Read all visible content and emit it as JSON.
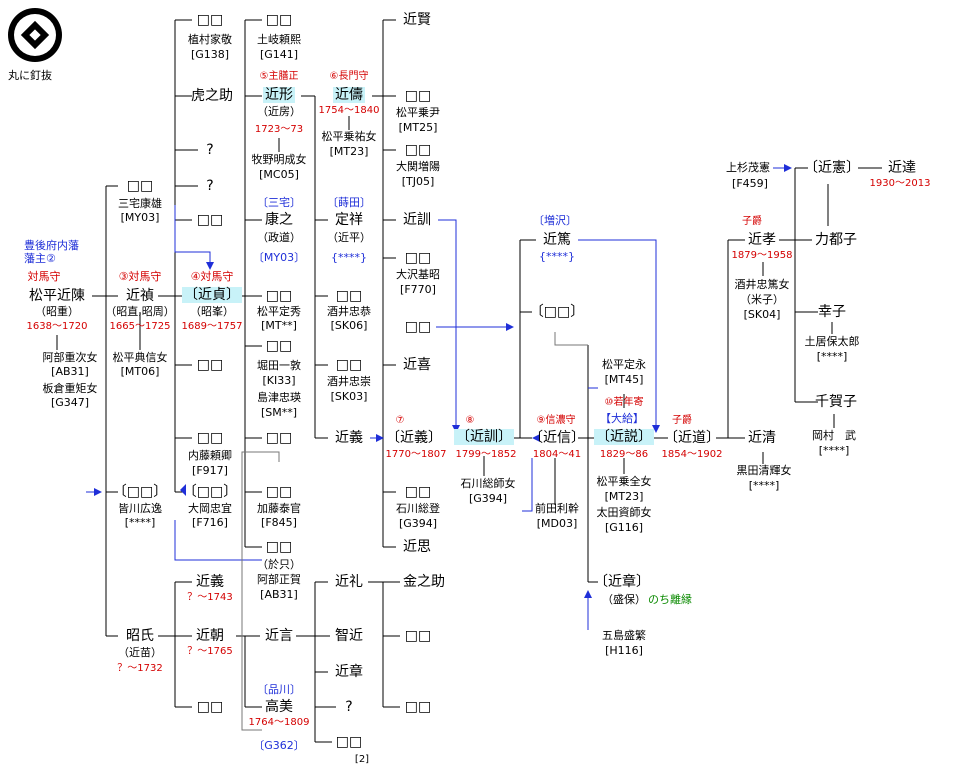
{
  "crest": {
    "icon": "maru-ni-kuginuki-crest-icon",
    "label": "丸に釘抜"
  },
  "domain_note": {
    "line1": "豊後府内藩",
    "line2": "藩主②"
  },
  "nodes": {
    "n_ueki": {
      "name": "□□",
      "sub": [
        "植村家敬",
        "[G138]"
      ]
    },
    "n_toki": {
      "name": "□□",
      "sub": [
        "土岐頼熙",
        "[G141]"
      ]
    },
    "n_chikakata": {
      "name": "近賢"
    },
    "n_toranosuke": {
      "name": "虎之助"
    },
    "n_chikanari": {
      "name": "近形",
      "title": "⑤主膳正",
      "alias": "（近房）",
      "years": "1723〜73",
      "spouse": [
        "牧野明成女",
        "[MC05]"
      ]
    },
    "n_chikayoshi6": {
      "name": "近儔",
      "title": "⑥長門守",
      "years": "1754〜1840",
      "spouse": [
        "松平乗祐女",
        "[MT23]"
      ]
    },
    "n_matsudaira_joi": {
      "name": "□□",
      "sub": [
        "松平乗尹",
        "[MT25]"
      ]
    },
    "n_q1": {
      "name": "?"
    },
    "n_q2": {
      "name": "?"
    },
    "n_ozeki": {
      "name": "□□",
      "sub": [
        "大関増陽",
        "[TJ05]"
      ]
    },
    "n_box_my03": {
      "name": "□□",
      "sub": [
        "三宅康雄",
        "[MY03]"
      ]
    },
    "n_box_mid1": {
      "name": "□□"
    },
    "n_yasuyuki": {
      "name": "康之",
      "tag": "〔三宅〕",
      "alias": "（政道）",
      "ref": "〔MY03〕"
    },
    "n_sadayoshi": {
      "name": "定祥",
      "tag": "〔蒔田〕",
      "alias": "（近平）",
      "ref": "{****}"
    },
    "n_chikanori": {
      "name": "近訓"
    },
    "n_osawa": {
      "name": "□□",
      "sub": [
        "大沢基昭",
        "[F770]"
      ]
    },
    "n_chikatsura": {
      "name": "松平近陳",
      "title": "対馬守",
      "alias": "（昭重）",
      "years": "1638〜1720",
      "spouse": [
        "阿部重次女",
        "[AB31]",
        "板倉重矩女",
        "[G347]"
      ]
    },
    "n_chikanao": {
      "name": "近禎",
      "title": "③対馬守",
      "alias": "（昭直,昭周）",
      "years": "1665〜1725",
      "spouse": [
        "松平典信女",
        "[MT06]"
      ]
    },
    "n_chikasada": {
      "name": "〔近貞〕",
      "title": "④対馬守",
      "alias": "（昭峯）",
      "years": "1689〜1757"
    },
    "n_box_mt": {
      "name": "□□",
      "sub": [
        "松平定秀",
        "[MT**]"
      ]
    },
    "n_box_sk06": {
      "name": "□□",
      "sub": [
        "酒井忠恭",
        "[SK06]"
      ]
    },
    "n_box_mid2": {
      "name": "□□"
    },
    "n_box_mid3": {
      "name": "□□"
    },
    "n_box_ki33": {
      "name": "□□",
      "sub": [
        "堀田一敦",
        "[KI33]",
        "島津忠瑛",
        "[SM**]"
      ]
    },
    "n_box_sk03": {
      "name": "□□",
      "sub": [
        "酒井忠崇",
        "[SK03]"
      ]
    },
    "n_chikayoshi_k": {
      "name": "近喜"
    },
    "n_box_f917": {
      "name": "□□",
      "sub": [
        "内藤頼卿",
        "[F917]"
      ]
    },
    "n_box_mid4": {
      "name": "□□"
    },
    "n_chikayoshi": {
      "name": "近義"
    },
    "n_chikayoshi7": {
      "name": "〔近義〕",
      "title": "⑦",
      "years": "1770〜1807"
    },
    "n_chikanori8": {
      "name": "〔近訓〕",
      "title": "⑧",
      "years": "1799〜1852",
      "spouse": [
        "石川総師女",
        "[G394]"
      ]
    },
    "n_chikanobu9": {
      "name": "〔近信〕",
      "title": "⑨信濃守",
      "years": "1804〜41",
      "spouse": [
        "前田利幹",
        "[MD03]"
      ]
    },
    "n_chikatoki": {
      "name": "〔近説〕",
      "title": "⑩若年寄",
      "tag": "【大給】",
      "years": "1829〜86",
      "spouse": [
        "松平乗全女",
        "[MT23]",
        "太田資師女",
        "[G116]"
      ]
    },
    "n_chikamichi": {
      "name": "〔近道〕",
      "title": "子爵",
      "years": "1854〜1902"
    },
    "n_chikakiyo": {
      "name": "近清",
      "spouse": [
        "黒田清輝女",
        "[****]"
      ]
    },
    "n_box_minagawa": {
      "name": "〔□□〕",
      "sub": [
        "皆川広逸",
        "[****]"
      ]
    },
    "n_box_f716": {
      "name": "〔□□〕",
      "sub": [
        "大岡忠宜",
        "[F716]"
      ]
    },
    "n_box_f845": {
      "name": "□□",
      "sub": [
        "加藤泰官",
        "[F845]"
      ]
    },
    "n_box_ishikawa": {
      "name": "□□",
      "sub": [
        "石川総登",
        "[G394]"
      ]
    },
    "n_chikashi": {
      "name": "近思"
    },
    "n_box_oshi": {
      "name": "□□",
      "sub": [
        "（於只）",
        "阿部正賀",
        "[AB31]"
      ]
    },
    "n_chikayoshi2": {
      "name": "近義",
      "years": "？〜1743"
    },
    "n_chikamori": {
      "name": "近朝",
      "years": "？〜1765"
    },
    "n_akiuji": {
      "name": "昭氏",
      "alias": "（近苗）",
      "years": "？〜1732"
    },
    "n_chikakoto": {
      "name": "近言"
    },
    "n_chikarei": {
      "name": "近礼"
    },
    "n_kinnosuke": {
      "name": "金之助"
    },
    "n_chichika": {
      "name": "智近"
    },
    "n_box_r1": {
      "name": "□□"
    },
    "n_chikaaki": {
      "name": "近章"
    },
    "n_box_r2": {
      "name": "□□"
    },
    "n_box_bot": {
      "name": "□□"
    },
    "n_takami": {
      "name": "高美",
      "tag": "〔品川〕",
      "years": "1764〜1809",
      "ref": "〔G362〕"
    },
    "n_q3": {
      "name": "?"
    },
    "n_box_last": {
      "name": "□□",
      "note": "[2]"
    },
    "n_chikaatsu": {
      "name": "近篤",
      "tag": "〔増沢〕",
      "ref": "{****}"
    },
    "n_box_mid5": {
      "name": "〔□□〕"
    },
    "n_matsudaira_sadanaga": {
      "name": "松平定永",
      "ref": "[MT45]"
    },
    "n_chikaaki2": {
      "name": "〔近章〕",
      "alias": "（盛保）",
      "note": "のち離縁",
      "spouse": [
        "五島盛繁",
        "[H116]"
      ]
    },
    "n_uesugi": {
      "name": "上杉茂憲",
      "ref": "[F459]"
    },
    "n_chikanori_k": {
      "name": "〔近憲〕"
    },
    "n_chikatatsu": {
      "name": "近達",
      "years": "1930〜2013"
    },
    "n_chikataka": {
      "name": "近孝",
      "title": "子爵",
      "years": "1879〜1958",
      "spouse": [
        "酒井忠篤女",
        "（米子）",
        "[SK04]"
      ]
    },
    "n_rikatsuko": {
      "name": "力都子"
    },
    "n_sachiko": {
      "name": "幸子",
      "spouse": [
        "土居保太郎",
        "[****]"
      ]
    },
    "n_chikako": {
      "name": "千賀子",
      "spouse": [
        "岡村　武",
        "[****]"
      ]
    }
  }
}
